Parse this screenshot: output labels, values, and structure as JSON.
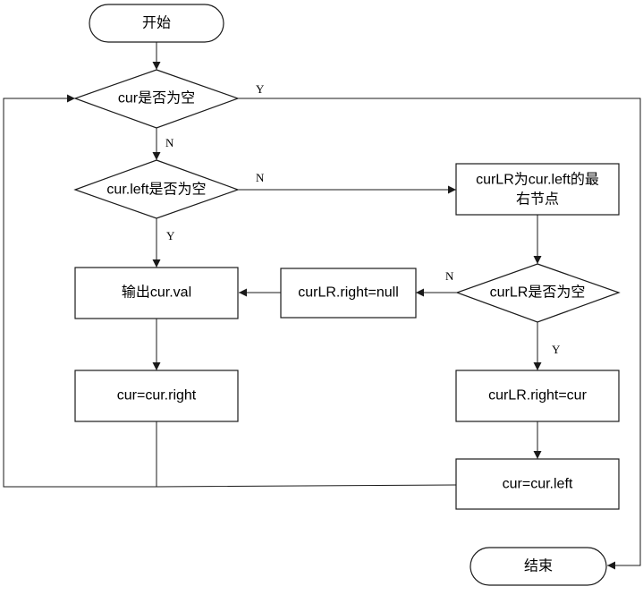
{
  "nodes": {
    "start": "开始",
    "cur_null": "cur是否为空",
    "left_null": "cur.left是否为空",
    "curlr_find_1": "curLR为cur.left的最",
    "curlr_find_2": "右节点",
    "output": "输出cur.val",
    "set_right_null": "curLR.right=null",
    "curlr_null": "curLR是否为空",
    "move_right": "cur=cur.right",
    "set_right_cur": "curLR.right=cur",
    "move_left": "cur=cur.left",
    "end": "结束"
  },
  "edge_labels": {
    "cur_null_yes": "Y",
    "cur_null_no": "N",
    "left_null_no": "N",
    "left_null_yes": "Y",
    "curlr_null_no": "N",
    "curlr_null_yes": "Y"
  }
}
